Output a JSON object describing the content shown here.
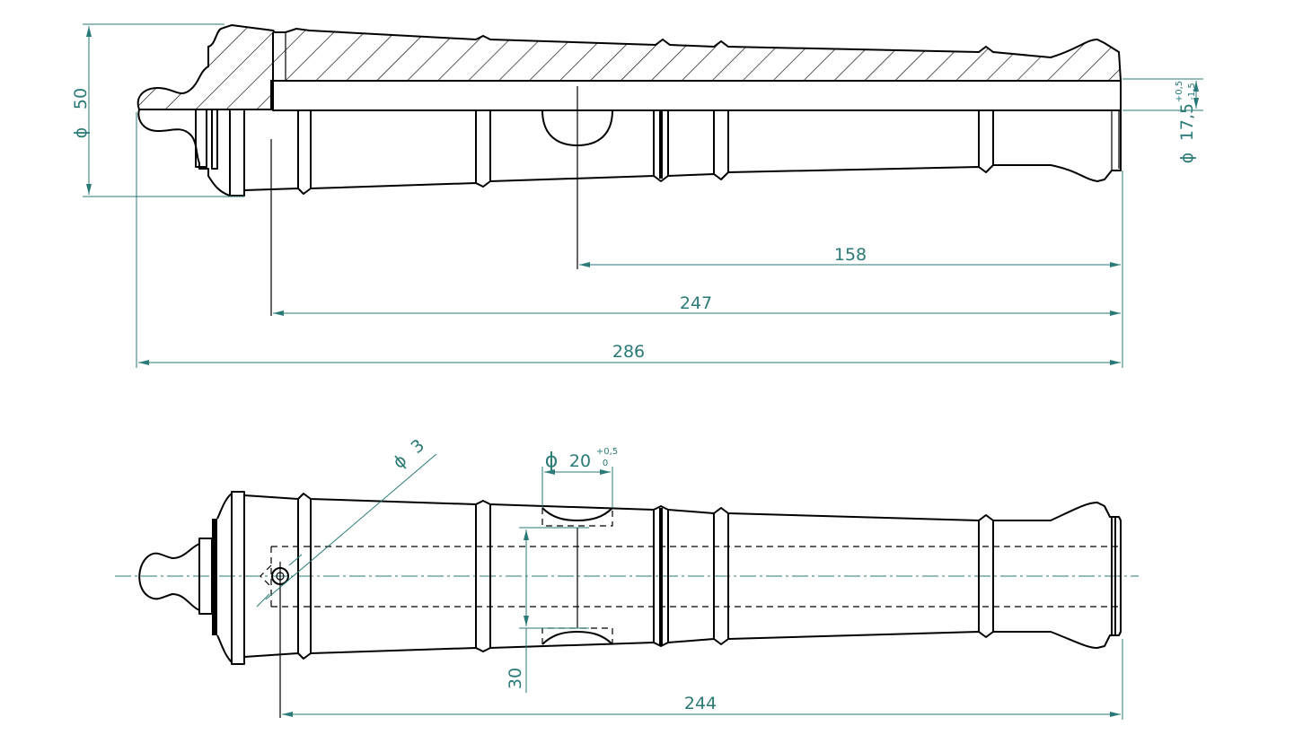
{
  "colors": {
    "line": "#000000",
    "dimension": "#2a7a78",
    "background": "#ffffff"
  },
  "top_view": {
    "dia_outer": {
      "symbol": "ϕ",
      "value": "50"
    },
    "dia_bore": {
      "symbol": "ϕ",
      "value": "17,5",
      "tol_upper": "+0,5",
      "tol_lower": "-1,5"
    },
    "len_trunnion": "158",
    "len_bore": "247",
    "len_total": "286"
  },
  "bottom_view": {
    "dia_vent": {
      "symbol": "ϕ",
      "value": "3"
    },
    "dia_trunnion": {
      "symbol": "ϕ",
      "value": "20",
      "tol_upper": "+0,5",
      "tol_lower": "0"
    },
    "trunnion_offset": "30",
    "len_barrel": "244"
  }
}
